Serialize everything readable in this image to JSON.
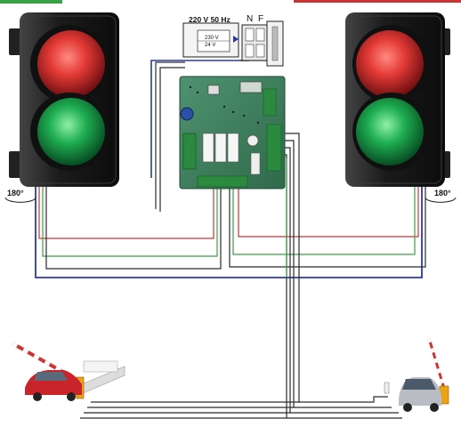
{
  "transformer": {
    "title": "220 V 50 Hz",
    "primary_label": "230 V",
    "secondary_label": "24 V"
  },
  "terminals": {
    "n_label": "N",
    "f_label": "F"
  },
  "traffic_lights": {
    "left": {
      "rotation_label": "180°"
    },
    "right": {
      "rotation_label": "180°"
    }
  },
  "colors": {
    "red_lamp": "#d8262b",
    "green_lamp": "#17a34a",
    "housing": "#1c1c1c",
    "wire_red": "#cc3333",
    "wire_green": "#3aa148",
    "wire_blue": "#2a3aa6",
    "wire_black": "#2b2b2b",
    "pcb": "#3f7f5c"
  }
}
